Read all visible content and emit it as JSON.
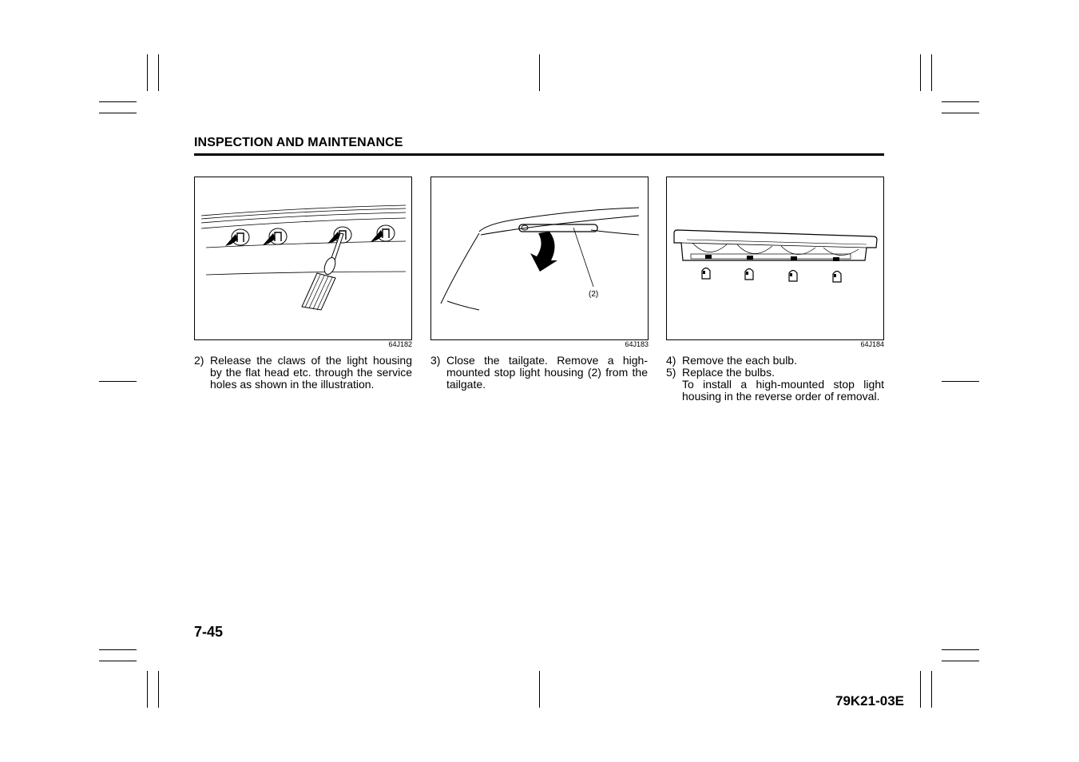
{
  "header": {
    "title": "INSPECTION AND MAINTENANCE"
  },
  "figures": [
    {
      "code": "64J182"
    },
    {
      "code": "64J183",
      "callout": "(2)"
    },
    {
      "code": "64J184"
    }
  ],
  "steps": [
    {
      "number": "2)",
      "text": "Release the claws of the light housing by the flat head etc. through the service holes as shown in the illustration."
    },
    {
      "number": "3)",
      "text": "Close the tailgate. Remove a high-mounted stop light housing (2) from the tailgate."
    },
    {
      "number": "4)",
      "text": "Remove the each bulb."
    },
    {
      "number": "5)",
      "text": "Replace the bulbs."
    },
    {
      "number": "",
      "text": "To install a high-mounted stop light housing in the reverse order of removal."
    }
  ],
  "footer": {
    "page_number": "7-45",
    "doc_code": "79K21-03E"
  }
}
